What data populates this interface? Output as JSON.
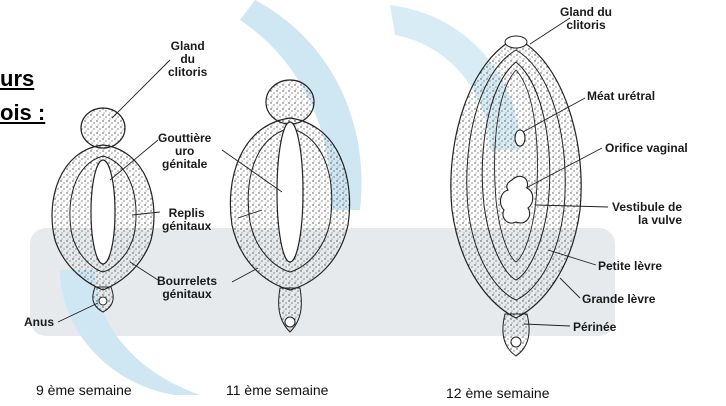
{
  "corner_text": {
    "line1": "urs",
    "line2": "ois :"
  },
  "figure_9": {
    "labels": {
      "gland": [
        "Gland",
        "du",
        "clitoris"
      ],
      "gouttiere": [
        "Gouttière",
        "uro",
        "génitale"
      ],
      "replis": [
        "Replis",
        "génitaux"
      ],
      "bourrelets": [
        "Bourrelets",
        "génitaux"
      ],
      "anus": "Anus"
    },
    "caption": "9 ème semaine"
  },
  "figure_11": {
    "caption": "11 ème semaine"
  },
  "figure_12": {
    "labels": {
      "gland": [
        "Gland du",
        "clitoris"
      ],
      "meat": "Méat urétral",
      "orifice": "Orifice vaginal",
      "vestibule": [
        "Vestibule de",
        "la vulve"
      ],
      "petite": "Petite lèvre",
      "grande": "Grande lèvre",
      "perinee": "Périnée"
    },
    "caption": "12 ème semaine"
  },
  "colors": {
    "watermark": "#cfe6f3",
    "watermark_band": "#dfe3e6",
    "stipple": "#444444"
  }
}
